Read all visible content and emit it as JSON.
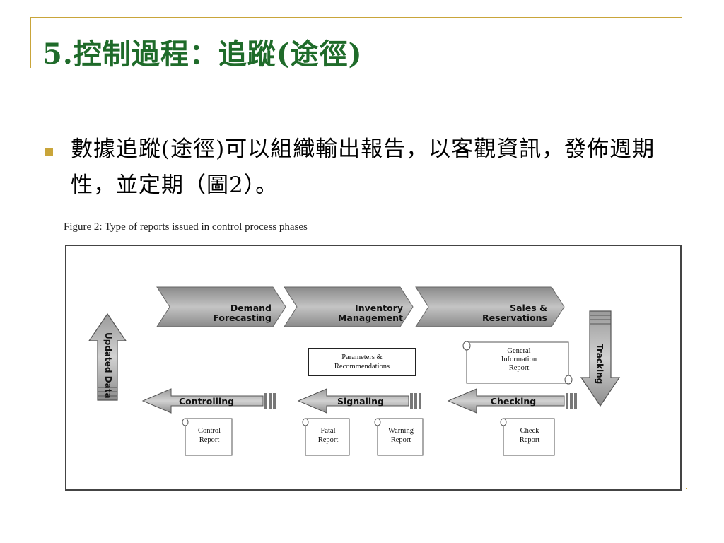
{
  "slide": {
    "title": "5.控制過程：追蹤(途徑)",
    "bullet": "數據追蹤(途徑)可以組織輸出報告，以客觀資訊，發佈週期性，並定期（圖2）。"
  },
  "figure": {
    "caption": "Figure 2: Type of reports issued in control process phases",
    "top_phases": [
      {
        "line1": "Demand",
        "line2": "Forecasting"
      },
      {
        "line1": "Inventory",
        "line2": "Management"
      },
      {
        "line1": "Sales &",
        "line2": "Reservations"
      }
    ],
    "bottom_phases": [
      "Controlling",
      "Signaling",
      "Checking"
    ],
    "side_left": "Updated Data",
    "side_right": "Tracking",
    "parameters_box": {
      "line1": "Parameters &",
      "line2": "Recommendations"
    },
    "general_report": {
      "line1": "General",
      "line2": "Information",
      "line3": "Report"
    },
    "reports": {
      "control": {
        "line1": "Control",
        "line2": "Report"
      },
      "fatal": {
        "line1": "Fatal",
        "line2": "Report"
      },
      "warning": {
        "line1": "Warning",
        "line2": "Report"
      },
      "check": {
        "line1": "Check",
        "line2": "Report"
      }
    }
  },
  "colors": {
    "title_green": "#1f6b2a",
    "accent_gold": "#c9a53a",
    "arrow_gray": "#9e9e9e",
    "arrow_dark": "#4a4a4a"
  }
}
